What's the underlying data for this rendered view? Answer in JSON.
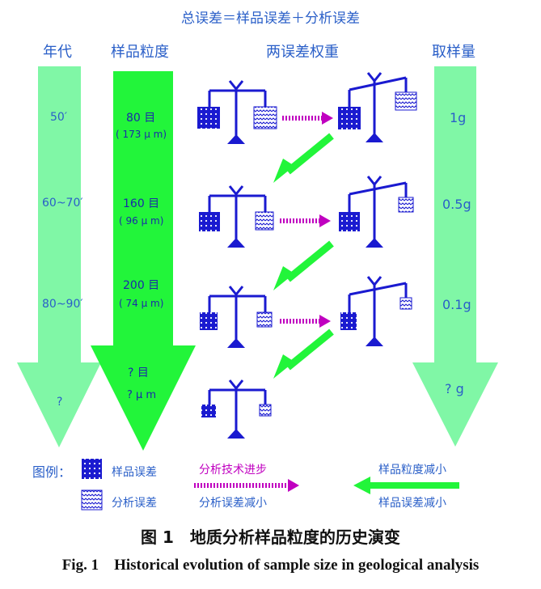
{
  "title": "总误差＝样品误差＋分析误差",
  "headers": {
    "era": "年代",
    "particle_size": "样品粒度",
    "weight": "两误差权重",
    "sample_amount": "取样量"
  },
  "rows": [
    {
      "era": "50′",
      "mesh": "80 目",
      "micron": "( 173 μ m)",
      "amount": "1g"
    },
    {
      "era": "60~70′",
      "mesh": "160 目",
      "micron": "( 96 μ m)",
      "amount": "0.5g"
    },
    {
      "era": "80~90′",
      "mesh": "200 目",
      "micron": "( 74 μ m)",
      "amount": "0.1g"
    },
    {
      "era": "?",
      "mesh": "? 目",
      "micron": "? μ m",
      "amount": "? g"
    }
  ],
  "legend": {
    "label": "图例：",
    "sample_error": "样品误差",
    "analysis_error": "分析误差",
    "tech_progress": "分析技术进步",
    "analysis_reduce": "分析误差减小",
    "size_reduce": "样品粒度减小",
    "sample_reduce": "样品误差减小"
  },
  "caption_cn": "图 1　地质分析样品粒度的历史演变",
  "caption_en": "Fig. 1　Historical evolution of sample size in geological analysis",
  "colors": {
    "pale_green": "#80f7a6",
    "bright_green": "#22f53a",
    "navy": "#1a1ad0",
    "magenta": "#c000c0",
    "text_blue": "#2a5fc8"
  }
}
